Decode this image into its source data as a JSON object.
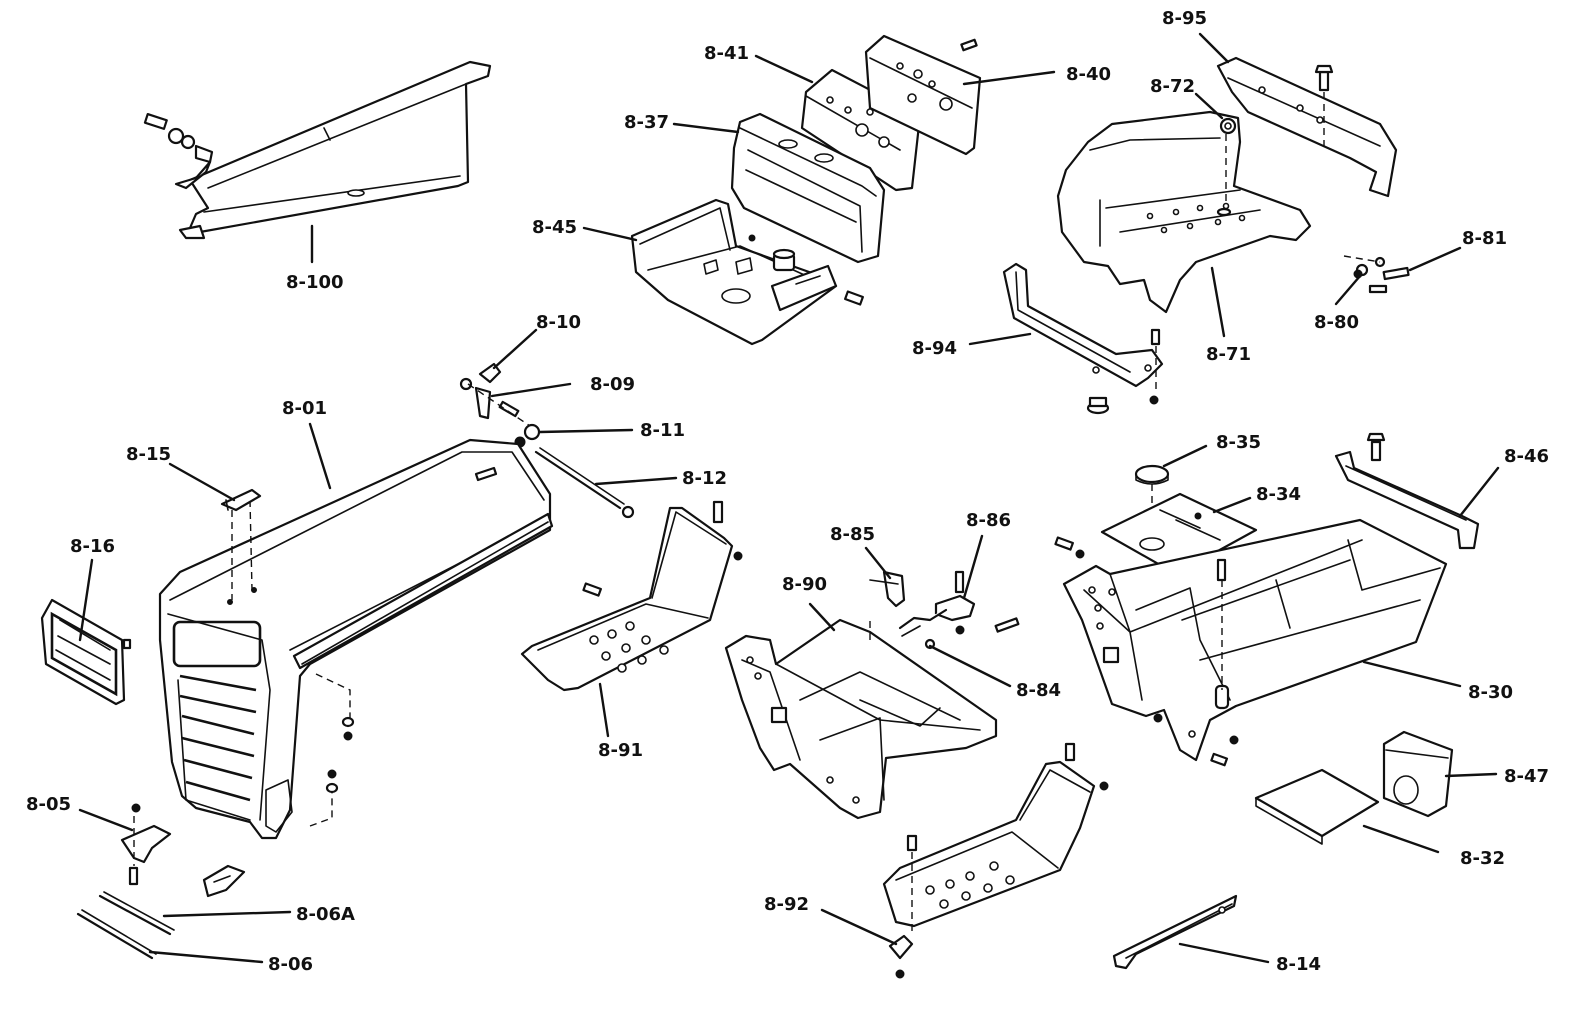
{
  "diagram": {
    "callouts": {
      "p8_100": "8-100",
      "p8_41": "8-41",
      "p8_40": "8-40",
      "p8_37": "8-37",
      "p8_45": "8-45",
      "p8_95": "8-95",
      "p8_72": "8-72",
      "p8_81": "8-81",
      "p8_80": "8-80",
      "p8_94": "8-94",
      "p8_71": "8-71",
      "p8_10": "8-10",
      "p8_09": "8-09",
      "p8_11": "8-11",
      "p8_12": "8-12",
      "p8_01": "8-01",
      "p8_15": "8-15",
      "p8_16": "8-16",
      "p8_91": "8-91",
      "p8_35": "8-35",
      "p8_34": "8-34",
      "p8_46": "8-46",
      "p8_85": "8-85",
      "p8_86": "8-86",
      "p8_90": "8-90",
      "p8_84": "8-84",
      "p8_30": "8-30",
      "p8_47": "8-47",
      "p8_32": "8-32",
      "p8_05": "8-05",
      "p8_06A": "8-06A",
      "p8_06": "8-06",
      "p8_92": "8-92",
      "p8_14": "8-14"
    }
  }
}
